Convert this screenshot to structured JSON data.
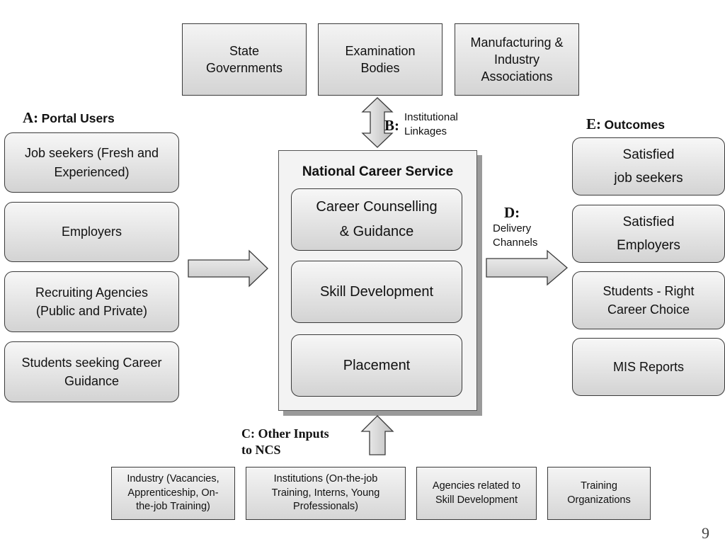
{
  "top_boxes": [
    {
      "label": "State\nGovernments"
    },
    {
      "label": "Examination\nBodies"
    },
    {
      "label": "Manufacturing &\nIndustry\nAssociations"
    }
  ],
  "portal_users": {
    "letter": "A:",
    "title": "Portal Users",
    "items": [
      {
        "label": "Job seekers (Fresh and\nExperienced)"
      },
      {
        "label": "Employers"
      },
      {
        "label": "Recruiting Agencies\n(Public and Private)"
      },
      {
        "label": "Students seeking Career\nGuidance"
      }
    ]
  },
  "linkages": {
    "letter": "B:",
    "caption": "Institutional\nLinkages"
  },
  "center": {
    "title": "National Career Service",
    "items": [
      {
        "label": "Career Counselling\n& Guidance"
      },
      {
        "label": "Skill Development"
      },
      {
        "label": "Placement"
      }
    ]
  },
  "delivery": {
    "letter": "D:",
    "caption": "Delivery\nChannels"
  },
  "outcomes": {
    "letter": "E:",
    "title": "Outcomes",
    "items": [
      {
        "label": "Satisfied\njob seekers"
      },
      {
        "label": "Satisfied\nEmployers"
      },
      {
        "label": "Students - Right\nCareer Choice"
      },
      {
        "label": "MIS Reports"
      }
    ]
  },
  "other_inputs": {
    "label": "C: Other Inputs\n    to NCS"
  },
  "bottom_boxes": [
    {
      "label": "Industry (Vacancies,\nApprenticeship, On-\nthe-job Training)"
    },
    {
      "label": "Institutions (On-the-job\nTraining, Interns, Young\nProfessionals)"
    },
    {
      "label": "Agencies related to\nSkill Development"
    },
    {
      "label": "Training\nOrganizations"
    }
  ],
  "page_number": "9",
  "colors": {
    "box_light": "#f4f4f4",
    "box_dark": "#d4d4d4",
    "border": "#3a3a3a",
    "shadow": "#9a9a9a"
  }
}
